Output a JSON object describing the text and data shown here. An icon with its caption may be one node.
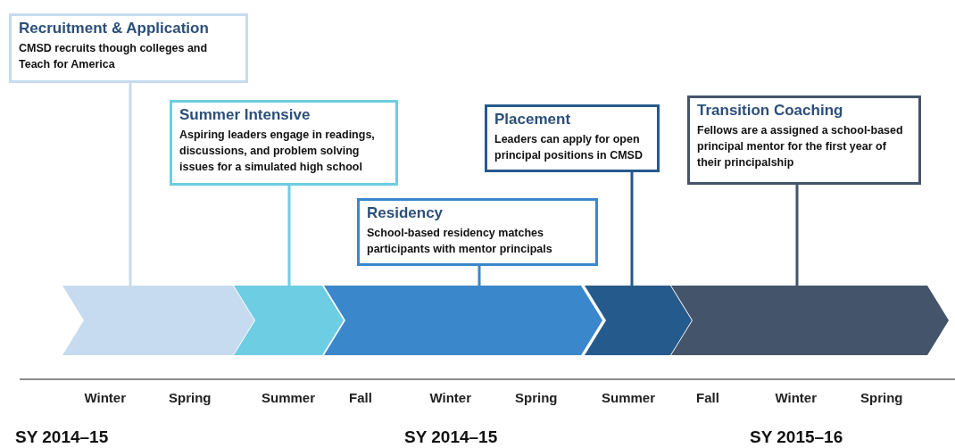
{
  "diagram": {
    "nodes": [
      {
        "text": [
          "Recruitment & Application",
          "CMSD recruits though colleges and Teach for America"
        ]
      },
      {
        "text": [
          "Summer Intensive",
          "Aspiring leaders engage in readings, discussions, and problem solving issues for a simulated high school"
        ]
      },
      {
        "text": [
          "Residency",
          "School-based residency matches participants with mentor principals"
        ]
      },
      {
        "text": [
          "Placement",
          "Leaders can apply for open principal positions in CMSD"
        ]
      },
      {
        "text": [
          "Transition Coaching",
          "Fellows are a assigned a school-based principal mentor for the first year of their principalship"
        ]
      },
      {
        "text": [],
        "shape": "chevron"
      },
      {
        "text": [],
        "shape": "chevron"
      },
      {
        "text": [],
        "shape": "chevron"
      },
      {
        "text": [],
        "shape": "chevron"
      },
      {
        "text": [],
        "shape": "chevron"
      }
    ],
    "edges": [
      {
        "from": 0,
        "to": 5,
        "arrow": "none",
        "color": "#c6dbef"
      },
      {
        "from": 1,
        "to": 6,
        "arrow": "none",
        "color": "#6dcde3"
      },
      {
        "from": 2,
        "to": 7,
        "arrow": "none",
        "color": "#3b87cb"
      },
      {
        "from": 3,
        "to": 8,
        "arrow": "none",
        "color": "#255a8c"
      },
      {
        "from": 4,
        "to": 9,
        "arrow": "none",
        "color": "#44546a"
      }
    ],
    "labels": [
      "Winter",
      "Spring",
      "Summer",
      "Fall",
      "Winter",
      "Spring",
      "Summer",
      "Fall",
      "Winter",
      "Spring",
      "SY 2014–15",
      "SY 2014–15",
      "SY 2015–16"
    ]
  }
}
